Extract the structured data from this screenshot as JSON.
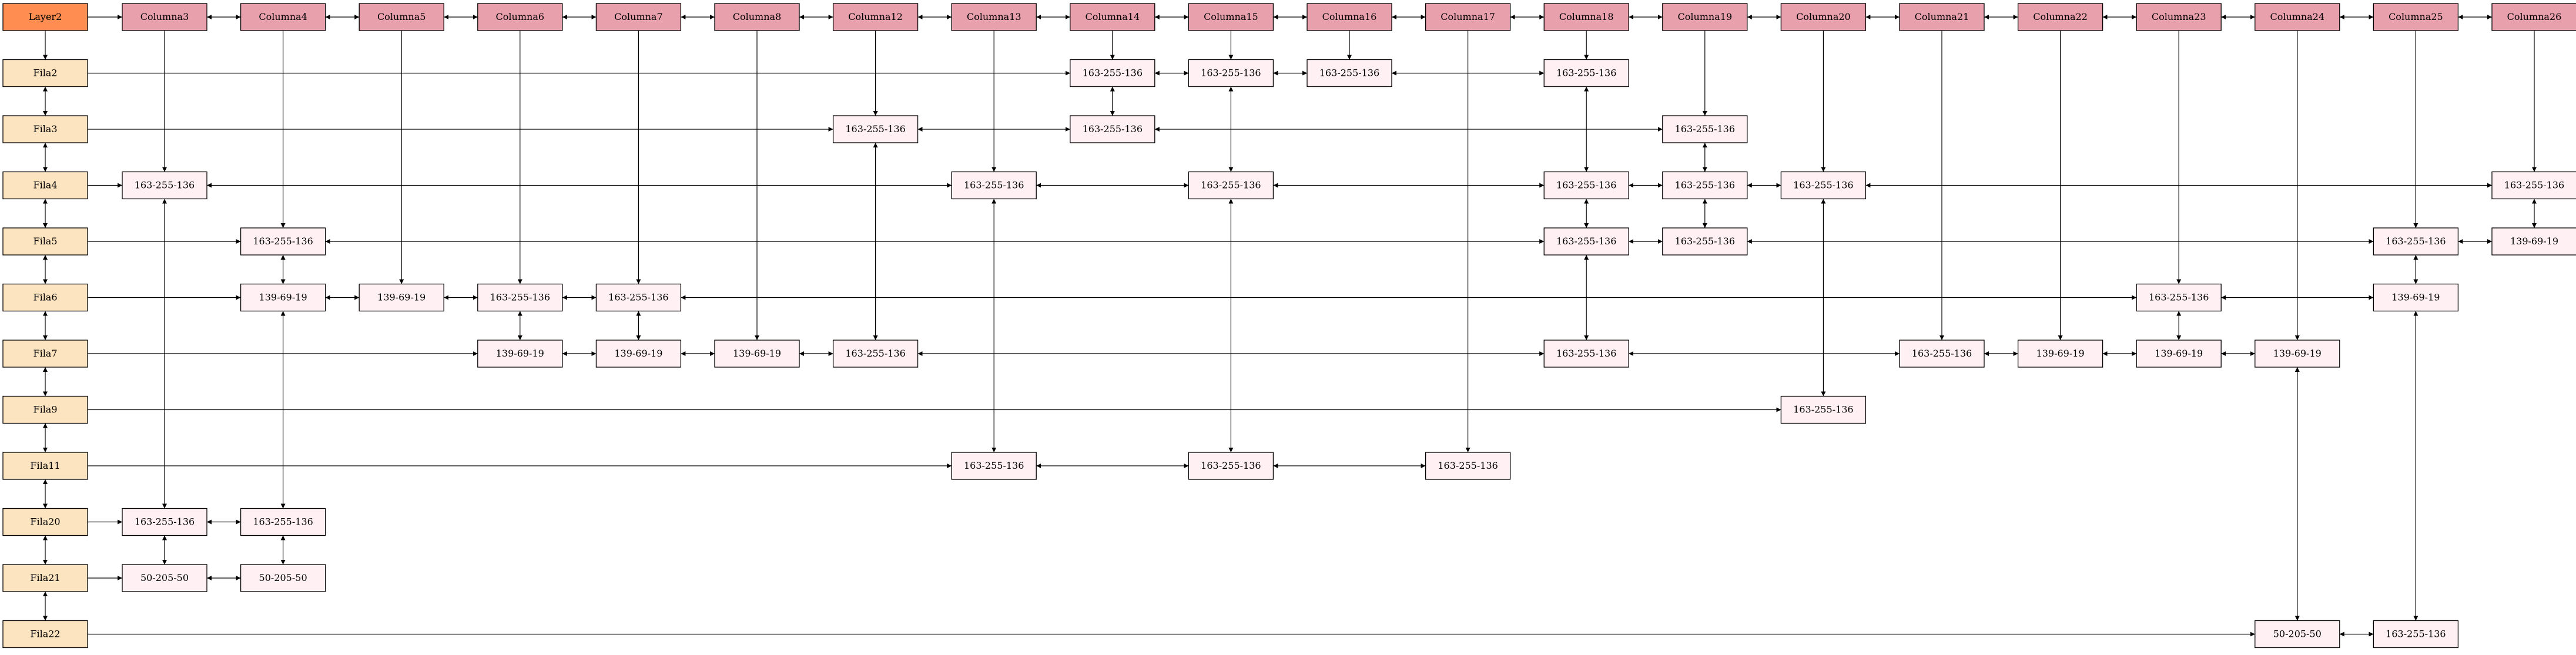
{
  "colors": {
    "root": "#ff8c50",
    "column": "#e8a0ac",
    "row": "#fde4c0",
    "cell": "#fff0f3",
    "edge": "#000000"
  },
  "root": {
    "label": "Layer2"
  },
  "columns": [
    {
      "id": "c3",
      "label": "Columna3"
    },
    {
      "id": "c4",
      "label": "Columna4"
    },
    {
      "id": "c5",
      "label": "Columna5"
    },
    {
      "id": "c6",
      "label": "Columna6"
    },
    {
      "id": "c7",
      "label": "Columna7"
    },
    {
      "id": "c8",
      "label": "Columna8"
    },
    {
      "id": "c12",
      "label": "Columna12"
    },
    {
      "id": "c13",
      "label": "Columna13"
    },
    {
      "id": "c14",
      "label": "Columna14"
    },
    {
      "id": "c15",
      "label": "Columna15"
    },
    {
      "id": "c16",
      "label": "Columna16"
    },
    {
      "id": "c17",
      "label": "Columna17"
    },
    {
      "id": "c18",
      "label": "Columna18"
    },
    {
      "id": "c19",
      "label": "Columna19"
    },
    {
      "id": "c20",
      "label": "Columna20"
    },
    {
      "id": "c21",
      "label": "Columna21"
    },
    {
      "id": "c22",
      "label": "Columna22"
    },
    {
      "id": "c23",
      "label": "Columna23"
    },
    {
      "id": "c24",
      "label": "Columna24"
    },
    {
      "id": "c25",
      "label": "Columna25"
    },
    {
      "id": "c26",
      "label": "Columna26"
    }
  ],
  "rows": [
    {
      "id": "f2",
      "label": "Fila2"
    },
    {
      "id": "f3",
      "label": "Fila3"
    },
    {
      "id": "f4",
      "label": "Fila4"
    },
    {
      "id": "f5",
      "label": "Fila5"
    },
    {
      "id": "f6",
      "label": "Fila6"
    },
    {
      "id": "f7",
      "label": "Fila7"
    },
    {
      "id": "f9",
      "label": "Fila9"
    },
    {
      "id": "f11",
      "label": "Fila11"
    },
    {
      "id": "f20",
      "label": "Fila20"
    },
    {
      "id": "f21",
      "label": "Fila21"
    },
    {
      "id": "f22",
      "label": "Fila22"
    }
  ],
  "cells": [
    {
      "row": "f2",
      "col": "c14",
      "label": "163-255-136"
    },
    {
      "row": "f2",
      "col": "c15",
      "label": "163-255-136"
    },
    {
      "row": "f2",
      "col": "c16",
      "label": "163-255-136"
    },
    {
      "row": "f2",
      "col": "c18",
      "label": "163-255-136"
    },
    {
      "row": "f3",
      "col": "c12",
      "label": "163-255-136"
    },
    {
      "row": "f3",
      "col": "c14",
      "label": "163-255-136"
    },
    {
      "row": "f3",
      "col": "c19",
      "label": "163-255-136"
    },
    {
      "row": "f4",
      "col": "c3",
      "label": "163-255-136"
    },
    {
      "row": "f4",
      "col": "c13",
      "label": "163-255-136"
    },
    {
      "row": "f4",
      "col": "c15",
      "label": "163-255-136"
    },
    {
      "row": "f4",
      "col": "c18",
      "label": "163-255-136"
    },
    {
      "row": "f4",
      "col": "c19",
      "label": "163-255-136"
    },
    {
      "row": "f4",
      "col": "c20",
      "label": "163-255-136"
    },
    {
      "row": "f4",
      "col": "c26",
      "label": "163-255-136"
    },
    {
      "row": "f5",
      "col": "c4",
      "label": "163-255-136"
    },
    {
      "row": "f5",
      "col": "c18",
      "label": "163-255-136"
    },
    {
      "row": "f5",
      "col": "c19",
      "label": "163-255-136"
    },
    {
      "row": "f5",
      "col": "c25",
      "label": "163-255-136"
    },
    {
      "row": "f5",
      "col": "c26",
      "label": "139-69-19"
    },
    {
      "row": "f6",
      "col": "c4",
      "label": "139-69-19"
    },
    {
      "row": "f6",
      "col": "c5",
      "label": "139-69-19"
    },
    {
      "row": "f6",
      "col": "c6",
      "label": "163-255-136"
    },
    {
      "row": "f6",
      "col": "c7",
      "label": "163-255-136"
    },
    {
      "row": "f6",
      "col": "c23",
      "label": "163-255-136"
    },
    {
      "row": "f6",
      "col": "c25",
      "label": "139-69-19"
    },
    {
      "row": "f7",
      "col": "c6",
      "label": "139-69-19"
    },
    {
      "row": "f7",
      "col": "c7",
      "label": "139-69-19"
    },
    {
      "row": "f7",
      "col": "c8",
      "label": "139-69-19"
    },
    {
      "row": "f7",
      "col": "c12",
      "label": "163-255-136"
    },
    {
      "row": "f7",
      "col": "c18",
      "label": "163-255-136"
    },
    {
      "row": "f7",
      "col": "c21",
      "label": "163-255-136"
    },
    {
      "row": "f7",
      "col": "c22",
      "label": "139-69-19"
    },
    {
      "row": "f7",
      "col": "c23",
      "label": "139-69-19"
    },
    {
      "row": "f7",
      "col": "c24",
      "label": "139-69-19"
    },
    {
      "row": "f9",
      "col": "c20",
      "label": "163-255-136"
    },
    {
      "row": "f11",
      "col": "c13",
      "label": "163-255-136"
    },
    {
      "row": "f11",
      "col": "c15",
      "label": "163-255-136"
    },
    {
      "row": "f11",
      "col": "c17",
      "label": "163-255-136"
    },
    {
      "row": "f20",
      "col": "c3",
      "label": "163-255-136"
    },
    {
      "row": "f20",
      "col": "c4",
      "label": "163-255-136"
    },
    {
      "row": "f21",
      "col": "c3",
      "label": "50-205-50"
    },
    {
      "row": "f21",
      "col": "c4",
      "label": "50-205-50"
    },
    {
      "row": "f22",
      "col": "c24",
      "label": "50-205-50"
    },
    {
      "row": "f22",
      "col": "c25",
      "label": "163-255-136"
    }
  ]
}
